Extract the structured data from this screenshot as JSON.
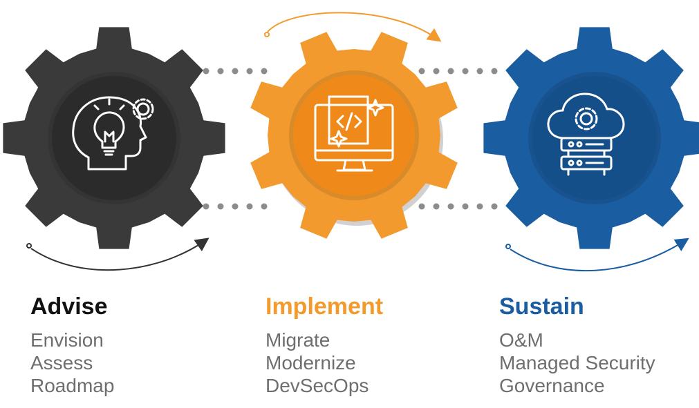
{
  "colors": {
    "advise": "#3a3a3a",
    "advise_inner": "#2b2b2b",
    "implement": "#f29a2e",
    "implement_inner": "#ef8a1a",
    "sustain": "#1b5da1",
    "sustain_inner": "#154f8a",
    "dots": "#8c8c8c",
    "item_text": "#6e6e6e"
  },
  "gears": [
    {
      "key": "advise",
      "icon": "head-lightbulb-gear-icon",
      "arrow_position": "bottom"
    },
    {
      "key": "implement",
      "icon": "code-monitor-icon",
      "arrow_position": "top"
    },
    {
      "key": "sustain",
      "icon": "cloud-server-gear-icon",
      "arrow_position": "bottom"
    }
  ],
  "columns": [
    {
      "title": "Advise",
      "color": "#111111",
      "items": [
        "Envision",
        "Assess",
        "Roadmap"
      ]
    },
    {
      "title": "Implement",
      "color": "#f29a2e",
      "items": [
        "Migrate",
        "Modernize",
        "DevSecOps"
      ]
    },
    {
      "title": "Sustain",
      "color": "#1b5da1",
      "items": [
        "O&M",
        "Managed Security",
        "Governance"
      ]
    }
  ]
}
